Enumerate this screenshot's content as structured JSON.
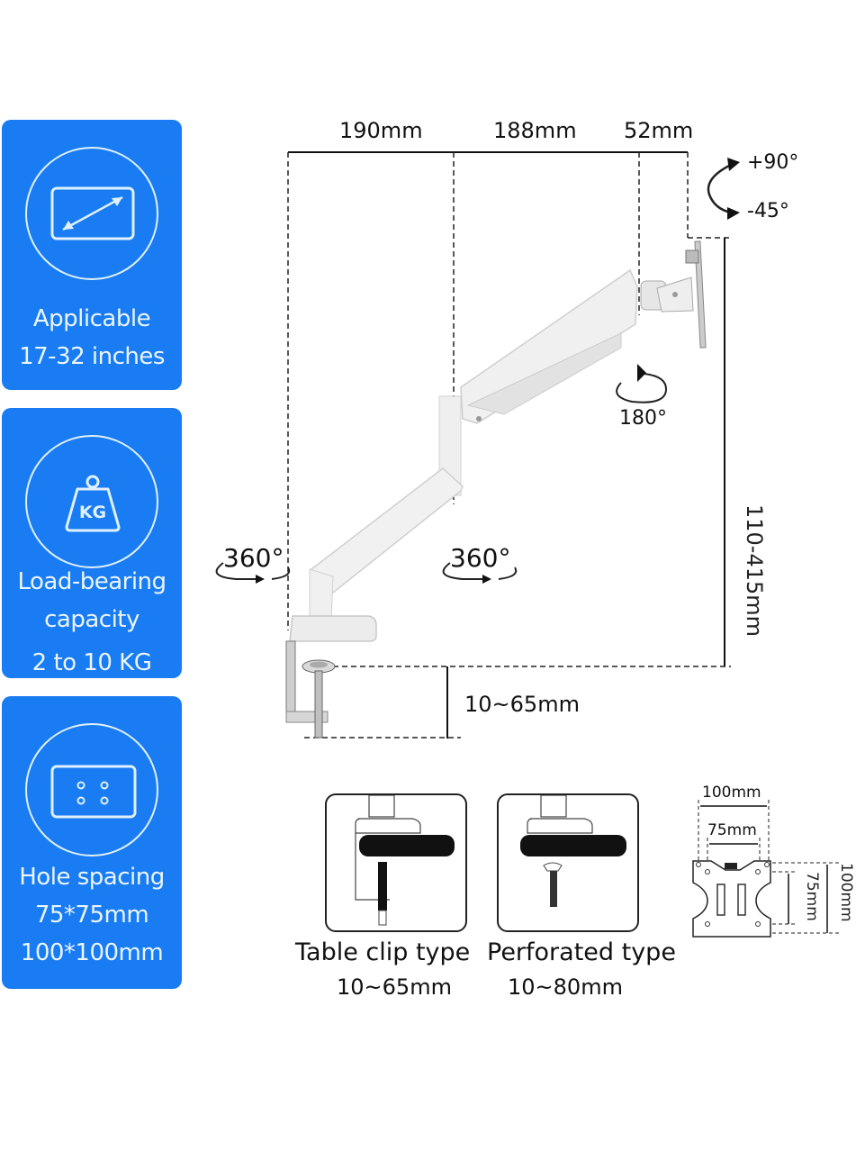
{
  "feature_cards": [
    {
      "icon": "screen-diagonal-icon",
      "line1": "Applicable",
      "line2": "17-32 inches"
    },
    {
      "icon": "kg-weight-icon",
      "icon_text": "KG",
      "line1": "Load-bearing",
      "line2": "capacity",
      "line3": "2 to 10 KG"
    },
    {
      "icon": "vesa-holes-icon",
      "line1": "Hole spacing",
      "line2": "75*75mm",
      "line3": "100*100mm"
    }
  ],
  "arm_diagram": {
    "horizontal_dims": [
      "190mm",
      "188mm",
      "52mm"
    ],
    "tilt": {
      "up": "+90°",
      "down": "-45°"
    },
    "swivel_head": "180°",
    "rotation_base": "360°",
    "rotation_middle": "360°",
    "height_range": "110-415mm",
    "clamp_range": "10~65mm"
  },
  "mount_types": [
    {
      "name": "Table clip type",
      "range": "10~65mm",
      "icon": "table-clip-icon"
    },
    {
      "name": "Perforated type",
      "range": "10~80mm",
      "icon": "grommet-bolt-icon"
    }
  ],
  "vesa_plate": {
    "outer_width": "100mm",
    "inner_width": "75mm",
    "inner_height": "75mm",
    "outer_height": "100mm"
  },
  "colors": {
    "card_blue": "#1a7cf2",
    "card_text": "#eaf5ff",
    "line": "#111111"
  }
}
